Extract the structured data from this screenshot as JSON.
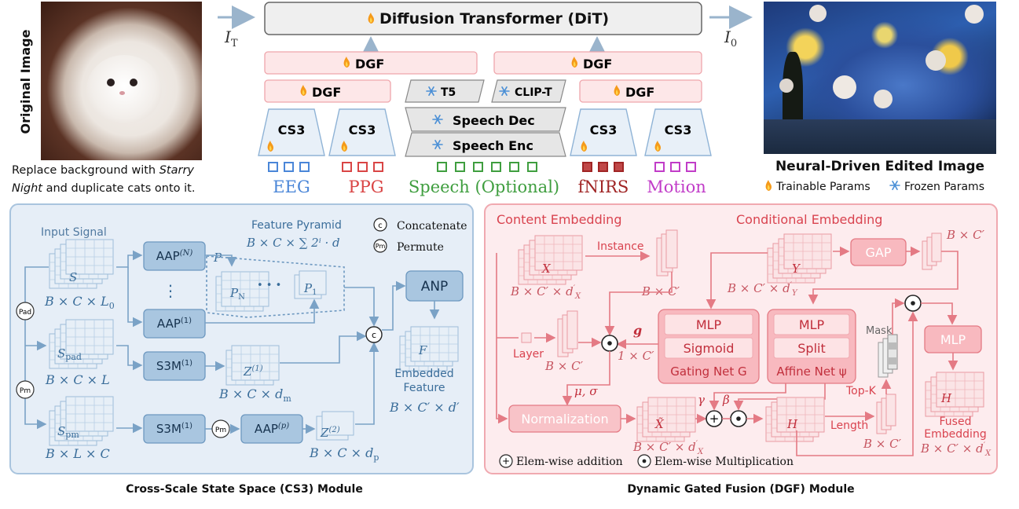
{
  "top": {
    "original_image_label": "Original Image",
    "caption_line1_pre": "Replace background with ",
    "caption_line1_em": "Starry",
    "caption_line2_em": "Night",
    "caption_line2_rest": " and duplicate cats onto it.",
    "dit_label": "Diffusion Transformer (DiT)",
    "io_left": "I",
    "io_left_sub": "T",
    "io_right": "I",
    "io_right_sub": "0",
    "dgf_label": "DGF",
    "t5_label": "T5",
    "clip_label": "CLIP-T",
    "speech_dec_label": "Speech Dec",
    "speech_enc_label": "Speech Enc",
    "cs3_label": "CS3",
    "modalities": [
      {
        "name": "EEG",
        "color": "#4a86d8"
      },
      {
        "name": "PPG",
        "color": "#d94545"
      },
      {
        "name": "Speech (Optional)",
        "color": "#3f9e3f"
      },
      {
        "name": "fNIRS",
        "color": "#a02525"
      },
      {
        "name": "Motion",
        "color": "#c13cc8"
      }
    ],
    "edited_image_label": "Neural-Driven Edited Image",
    "legend_trainable": "Trainable Params",
    "legend_frozen": "Frozen Params"
  },
  "cs3": {
    "caption": "Cross-Scale State Space (CS3) Module",
    "input_signal": "Input Signal",
    "pad": "Pad",
    "pm": "Pm",
    "s": "S",
    "s_pad": "S",
    "s_pad_sub": "pad",
    "s_pm": "S",
    "s_pm_sub": "pm",
    "dim_l0": "B × C × L",
    "dim_l0_sub": "0",
    "dim_l": "B × C × L",
    "dim_lc": "B × L × C",
    "aap": "AAP",
    "aap_n_sup": "(N)",
    "aap_1_sup": "(1)",
    "aap_p_sup": "(p)",
    "s3m": "S3M",
    "s3m_sup": "(1)",
    "vdots": "⋮",
    "feature_pyramid": "Feature Pyramid",
    "fp_formula": "B × C × ∑ 2ⁱ · d",
    "p": "P",
    "p_n": "P",
    "p_n_sub": "N",
    "p_1": "P",
    "p_1_sub": "1",
    "dots": "• • •",
    "z1": "Z",
    "z1_sup": "(1)",
    "z2": "Z",
    "z2_sup": "(2)",
    "dim_dm": "B × C × d",
    "dim_dm_sub": "m",
    "dim_dp": "B × C × d",
    "dim_dp_sub": "p",
    "concat_sym": "c",
    "concat_label": "Concatenate",
    "permute_label": "Permute",
    "anp": "ANP",
    "f": "F",
    "embedded1": "Embedded",
    "embedded2": "Feature",
    "dim_f": "B × C′ × d′"
  },
  "dgf": {
    "caption": "Dynamic Gated Fusion (DGF) Module",
    "content_embedding": "Content Embedding",
    "conditional_embedding": "Conditional Embedding",
    "x": "X",
    "y": "Y",
    "dim_x": "B × C′ × d",
    "dim_x_sup": "′",
    "dim_x_sub": "X",
    "dim_y": "B × C′ × d",
    "dim_y_sub": "Y",
    "instance": "Instance",
    "dim_bc": "B × C′",
    "gap": "GAP",
    "layer": "Layer",
    "g": "g",
    "dim_1c": "1 × C′",
    "mlp": "MLP",
    "sigmoid": "Sigmoid",
    "gating_net": "Gating Net G",
    "split": "Split",
    "affine_net": "Affine Net ψ",
    "mask": "Mask",
    "topk": "Top-K",
    "mu_sigma": "μ, σ",
    "normalization": "Normalization",
    "x_tilde": "X̃",
    "gamma": "γ",
    "beta": "β",
    "h": "H",
    "length": "Length",
    "fused1": "Fused",
    "fused2": "Embedding",
    "plus": "+",
    "odot": "•",
    "elem_add": "Elem-wise addition",
    "elem_mul": "Elem-wise Multiplication"
  }
}
